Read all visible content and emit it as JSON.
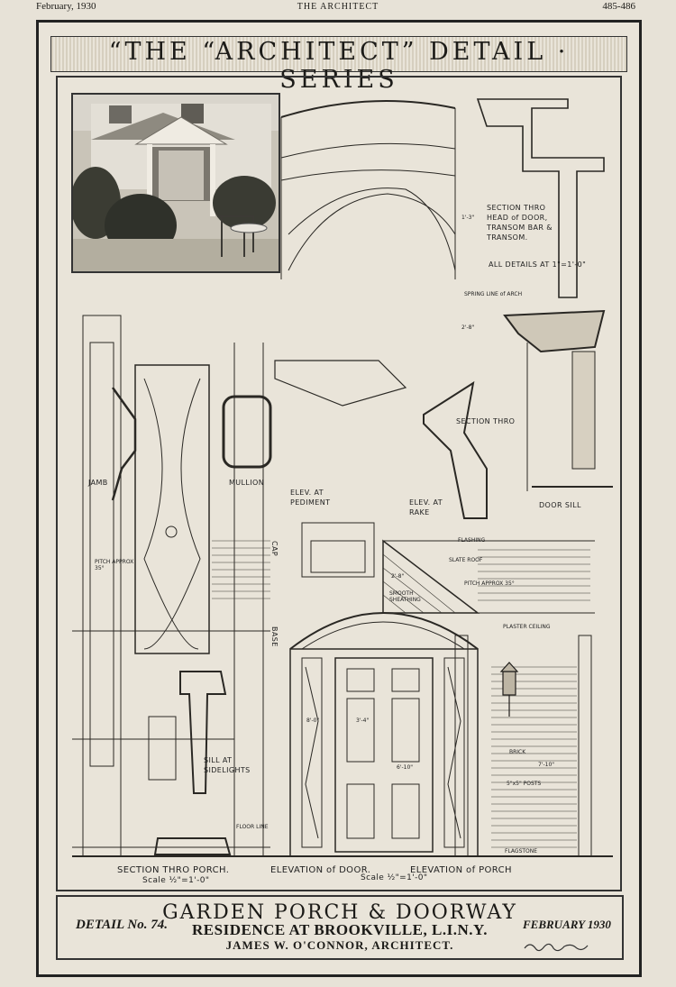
{
  "running_head": {
    "left": "February, 1930",
    "center": "THE ARCHITECT",
    "right": "485-486"
  },
  "banner": "“THE “ARCHITECT” DETAIL · SERIES",
  "labels": {
    "section_head": "SECTION THRO HEAD of DOOR, TRANSOM BAR & TRANSOM.",
    "all_details": "ALL DETAILS AT 1\"=1'-0\"",
    "spring_line": "SPRING LINE of ARCH",
    "section_thro": "SECTION THRO",
    "door_sill": "DOOR SILL",
    "jamb": "JAMB",
    "mullion": "MULLION",
    "elev_pediment": "ELEV. AT PEDIMENT",
    "elev_rake": "ELEV. AT RAKE",
    "cap": "CAP",
    "base": "BASE",
    "flashing": "FLASHING",
    "slate_roof": "SLATE ROOF",
    "pitch_left": "PITCH APPROX 35°",
    "pitch_right": "PITCH APPROX 35°",
    "plaster_ceiling": "PLASTER CEILING",
    "brick": "BRICK",
    "posts": "5\"x5\" POSTS",
    "flagstone": "FLAGSTONE",
    "floor_line": "FLOOR LINE",
    "sill_sidelights": "SILL AT SIDELIGHTS",
    "dim_width": "3'-4\"",
    "dim_height": "6'-10\"",
    "dim_side": "7'-10\"",
    "dim_8": "8'-0\"",
    "dim_1": "1'-3\"",
    "dim_2": "2'-8\"",
    "dim_3": "2'-8\"",
    "sheathing": "SMOOTH SHEATHING"
  },
  "captions": {
    "section_porch": "SECTION THRO PORCH.",
    "elevation_door": "ELEVATION of DOOR.",
    "elevation_porch": "ELEVATION of PORCH",
    "scale_left": "Scale ½\"=1'-0\"",
    "scale_right": "Scale ½\"=1'-0\""
  },
  "title_block": {
    "detail_no": "DETAIL No. 74.",
    "title": "GARDEN PORCH & DOORWAY",
    "residence": "RESIDENCE AT BROOKVILLE, L.I.N.Y.",
    "architect": "JAMES W. O'CONNOR, ARCHITECT.",
    "date": "FEBRUARY 1930"
  }
}
